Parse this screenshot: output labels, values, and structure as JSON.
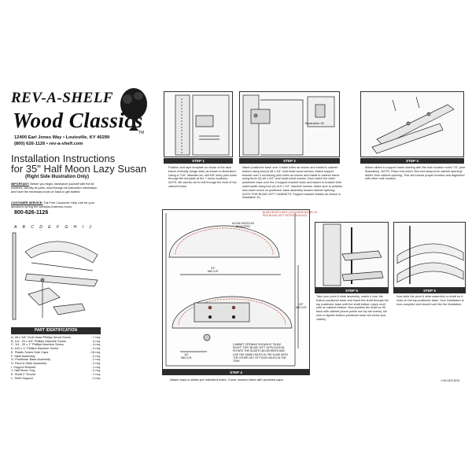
{
  "brand": {
    "name": "REV-A-SHELF",
    "line": "Wood Classics",
    "tm": "TM",
    "address": "12400 Earl Jones Way • Louisville, KY 40299",
    "contact": "(800) 626-1126 • rev-a-shelf.com"
  },
  "doc": {
    "title_line1": "Installation Instructions",
    "title_line2": "for 35\" Half Moon Lazy Susan",
    "subtitle": "(Right Side Illustration Only)",
    "important_label": "IMPORTANT:",
    "important_text": "Before you begin, familiarize yourself with the kit contents, identify all parts, read through all instruction information and have the necessary tools on hand to get started.",
    "customer_service_label": "CUSTOMER SERVICE:",
    "customer_service_text": "Toll-Free Consumer Help Line for your questions during the weekday business hours:",
    "phone": "800-626-1126",
    "doc_code": "I-HM-5332-BRN",
    "bottom_note": "Attach trays to slides per indicated holes. Cover unused holes with provided caps."
  },
  "parts": {
    "illustration_letters": "A B C D E F G H I J",
    "header": "PART IDENTIFICATION",
    "items": [
      {
        "text": "A.  #8 x 3/4\" Oval Head Phillips Wood Screw",
        "qty": "- 7 req."
      },
      {
        "text": "B.  1/4 - 20 x 3/4\" Phillips Machine Screw",
        "qty": "- 4 req."
      },
      {
        "text": "C.  1/4 - 20 x 1\" Phillips Machine Screw",
        "qty": "- 4 req."
      },
      {
        "text": "D.  #10 x 1\" Phillips Machine Screw",
        "qty": "- 4 req."
      },
      {
        "text": "E.  Plastic Screw Hole Caps",
        "qty": "- 16 req."
      },
      {
        "text": "F.  Slide Assembly",
        "qty": "- 2 req."
      },
      {
        "text": "G.  Positioner Base Assembly",
        "qty": "- 2 req."
      },
      {
        "text": "H.  Pivot & Glide Assembly",
        "qty": "- 2 req."
      },
      {
        "text": "I.   Support Bracket",
        "qty": "- 1 req."
      },
      {
        "text": "J.  Half Moon Tray",
        "qty": "- 2 req."
      },
      {
        "text": "K.  Shaft 1\" Round",
        "qty": "- 1 req."
      },
      {
        "text": "L.  Shelf Support",
        "qty": "- 2 req."
      }
    ]
  },
  "steps": {
    "s1": {
      "label": "STEP 1",
      "text": "Position and tape template on inside of the face frame vertically (hinge side) as shown in illustration. Using a 7/16\" diameter bit, drill 5/8\" deep pilot holes through the template at the 7 arrow locations. NOTE: Be careful not to drill through the front of the cabinet frame."
    },
    "s2": {
      "label": "STEP 2",
      "caption": "Illustration 2b",
      "text": "Match positioner base over 4 base holes as shown and install to cabinet bottom using four(4) #8 x 3/4\" oval head wood screws. Match support bracket over 3 remaining pilot holes as shown and install to cabinet frame using three (3) #8 x 3/4\" oval head wood screws. Now match the other positioner base over the 4 support bracket holes and fasten to bracket from underneath using four (4) #10 x 1/2\" machine screws. Make sure to position lock down screw on positioner base assembly toward cabinet opening. NOTE FOR BLIND LEFT CABINETS: Support bracket installs as shown in Illustration 2b."
    },
    "s3": {
      "label": "STEP 3",
      "text": "Attach slides to support frame starting with the hole location noted \"31\" (see illustration). NOTE: Place end noted \"this end away from cabinet opening\" AWAY from cabinet opening. This will ensure proper function and alignment with other hole location."
    },
    "s4": {
      "label": "STEP 4",
      "red_note": "BLIND RIGHT HOLE LOCATIONS NOTED IN RED BLIND LEFT NOTED IN BLACK",
      "align_note": "ALIGN HOLES AS INDICATED",
      "dim_top": "31\"",
      "dim_top_sub": "MIN CLR.",
      "dim_side": "22\"",
      "dim_side_sub": "MIN CLR.",
      "dim_bottom": "15\"",
      "dim_bottom_sub": "MIN CLR.",
      "cabinet_note": "CABINET OPENING SHOWN IS \"BLIND RIGHT\" FOR \"BLIND LEFT\" APPLICATION, ROTATE THE SLIDES 180 DEGREES AND USE THE SAME HOLES IN THE SLIDE WITH THE OTHER SET OF FOUR HOLES IN THE TRAY."
    },
    "s5": {
      "label": "STEP 5",
      "text": "Take your pivot & slide assembly, match it over the bottom positioner base and insert the shaft through the top positioner base until the shaft bottom (open end) sets on cabinet bottom. Now position the shaft so it's flush with cabinet (arrow points out top set screw). Be sure to tighten bottom positioner base set screw (not visible)."
    },
    "s6": {
      "label": "STEP 6",
      "text": "Now slide the pivot & slide assembly on shaft so it rests on the top positioner base. Your installation is now complete and should look like the illustration."
    }
  }
}
